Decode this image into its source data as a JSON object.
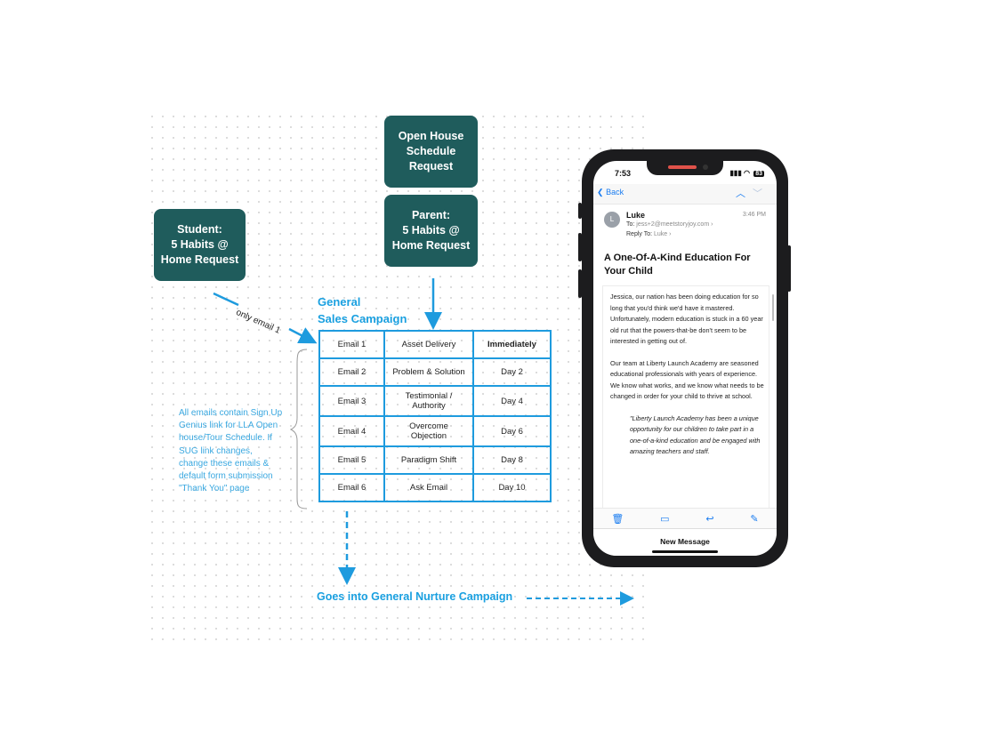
{
  "boxes": {
    "student": "Student:\n5 Habits @\nHome Request",
    "open_house": "Open House\nSchedule\nRequest",
    "parent": "Parent:\n5 Habits @\nHome Request"
  },
  "campaign_title": "General\nSales Campaign",
  "only_email_label": "only email 1",
  "sequence": [
    {
      "email": "Email 1",
      "topic": "Asset Delivery",
      "timing": "Immediately"
    },
    {
      "email": "Email 2",
      "topic": "Problem & Solution",
      "timing": "Day 2"
    },
    {
      "email": "Email 3",
      "topic": "Testimonial /\nAuthority",
      "timing": "Day 4"
    },
    {
      "email": "Email 4",
      "topic": "Overcome\nObjection",
      "timing": "Day 6"
    },
    {
      "email": "Email 5",
      "topic": "Paradigm Shift",
      "timing": "Day 8"
    },
    {
      "email": "Email 6",
      "topic": "Ask Email",
      "timing": "Day 10"
    }
  ],
  "note": "All emails contain Sign Up Genius link for LLA Open house/Tour Schedule.  If  SUG link changes, change these emails & default form submission \"Thank You\" page",
  "nurture_label": "Goes into General Nurture Campaign",
  "colors": {
    "box": "#1f5c5c",
    "accent": "#1e9bde",
    "note": "#3aa8e0"
  },
  "phone": {
    "status_time": "7:53",
    "battery": "83",
    "back_label": "Back",
    "avatar_initial": "L",
    "sender": "Luke",
    "time": "3:46 PM",
    "to_label": "To:",
    "to_value": "jess+2@meetstoryjoy.com",
    "reply_to_label": "Reply To:",
    "reply_to_value": "Luke",
    "subject": "A One-Of-A-Kind Education For Your Child",
    "paragraphs": [
      "Jessica, our nation has been doing education for so long that you'd think we'd have it mastered. Unfortunately, modern education is stuck in a 60 year old rut that the powers-that-be don't seem to be interested in getting out of.",
      "Our team at Liberty Launch Academy are seasoned educational professionals with years of experience. We know what works, and we know what needs to be changed in order for your child to thrive at school."
    ],
    "quote": "\"Liberty Launch Academy has been a unique opportunity for our children to take part in a one-of-a-kind education and be engaged with amazing teachers and staff.",
    "toolbar_icons": [
      "trash-icon",
      "folder-icon",
      "reply-icon",
      "compose-icon"
    ],
    "new_message": "New Message"
  }
}
